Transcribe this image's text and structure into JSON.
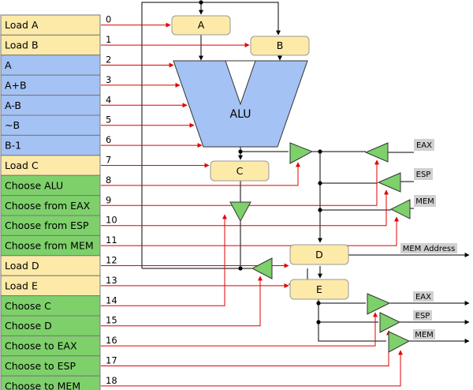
{
  "control_signals": [
    {
      "index": "0",
      "label": "Load A",
      "kind": "load"
    },
    {
      "index": "1",
      "label": "Load B",
      "kind": "load"
    },
    {
      "index": "2",
      "label": "A",
      "kind": "alu"
    },
    {
      "index": "3",
      "label": "A+B",
      "kind": "alu"
    },
    {
      "index": "4",
      "label": "A-B",
      "kind": "alu"
    },
    {
      "index": "5",
      "label": "~B",
      "kind": "alu"
    },
    {
      "index": "6",
      "label": "B-1",
      "kind": "alu"
    },
    {
      "index": "7",
      "label": "Load C",
      "kind": "load"
    },
    {
      "index": "8",
      "label": "Choose ALU",
      "kind": "choose"
    },
    {
      "index": "9",
      "label": "Choose from EAX",
      "kind": "choose"
    },
    {
      "index": "10",
      "label": "Choose from ESP",
      "kind": "choose"
    },
    {
      "index": "11",
      "label": "Choose from MEM",
      "kind": "choose"
    },
    {
      "index": "12",
      "label": "Load D",
      "kind": "load"
    },
    {
      "index": "13",
      "label": "Load E",
      "kind": "load"
    },
    {
      "index": "14",
      "label": "Choose C",
      "kind": "choose"
    },
    {
      "index": "15",
      "label": "Choose D",
      "kind": "choose"
    },
    {
      "index": "16",
      "label": "Choose to EAX",
      "kind": "choose"
    },
    {
      "index": "17",
      "label": "Choose to ESP",
      "kind": "choose"
    },
    {
      "index": "18",
      "label": "Choose to MEM",
      "kind": "choose"
    }
  ],
  "registers": {
    "a": "A",
    "b": "B",
    "c": "C",
    "d": "D",
    "e": "E"
  },
  "alu_label": "ALU",
  "bus_tags": {
    "eax_in": "EAX",
    "esp_in": "ESP",
    "mem_in": "MEM",
    "mem_address": "MEM Address",
    "eax_out": "EAX",
    "esp_out": "ESP",
    "mem_out": "MEM"
  },
  "colors": {
    "load": "#fdeaa8",
    "alu": "#a4c2f4",
    "choose": "#7ed06b",
    "alu_shape": "#a4c2f4",
    "register": "#fdeaa8",
    "buffer": "#7ed06b",
    "control_wire": "#e00000",
    "data_wire": "#000000",
    "tag_bg": "#d0d0d0"
  }
}
